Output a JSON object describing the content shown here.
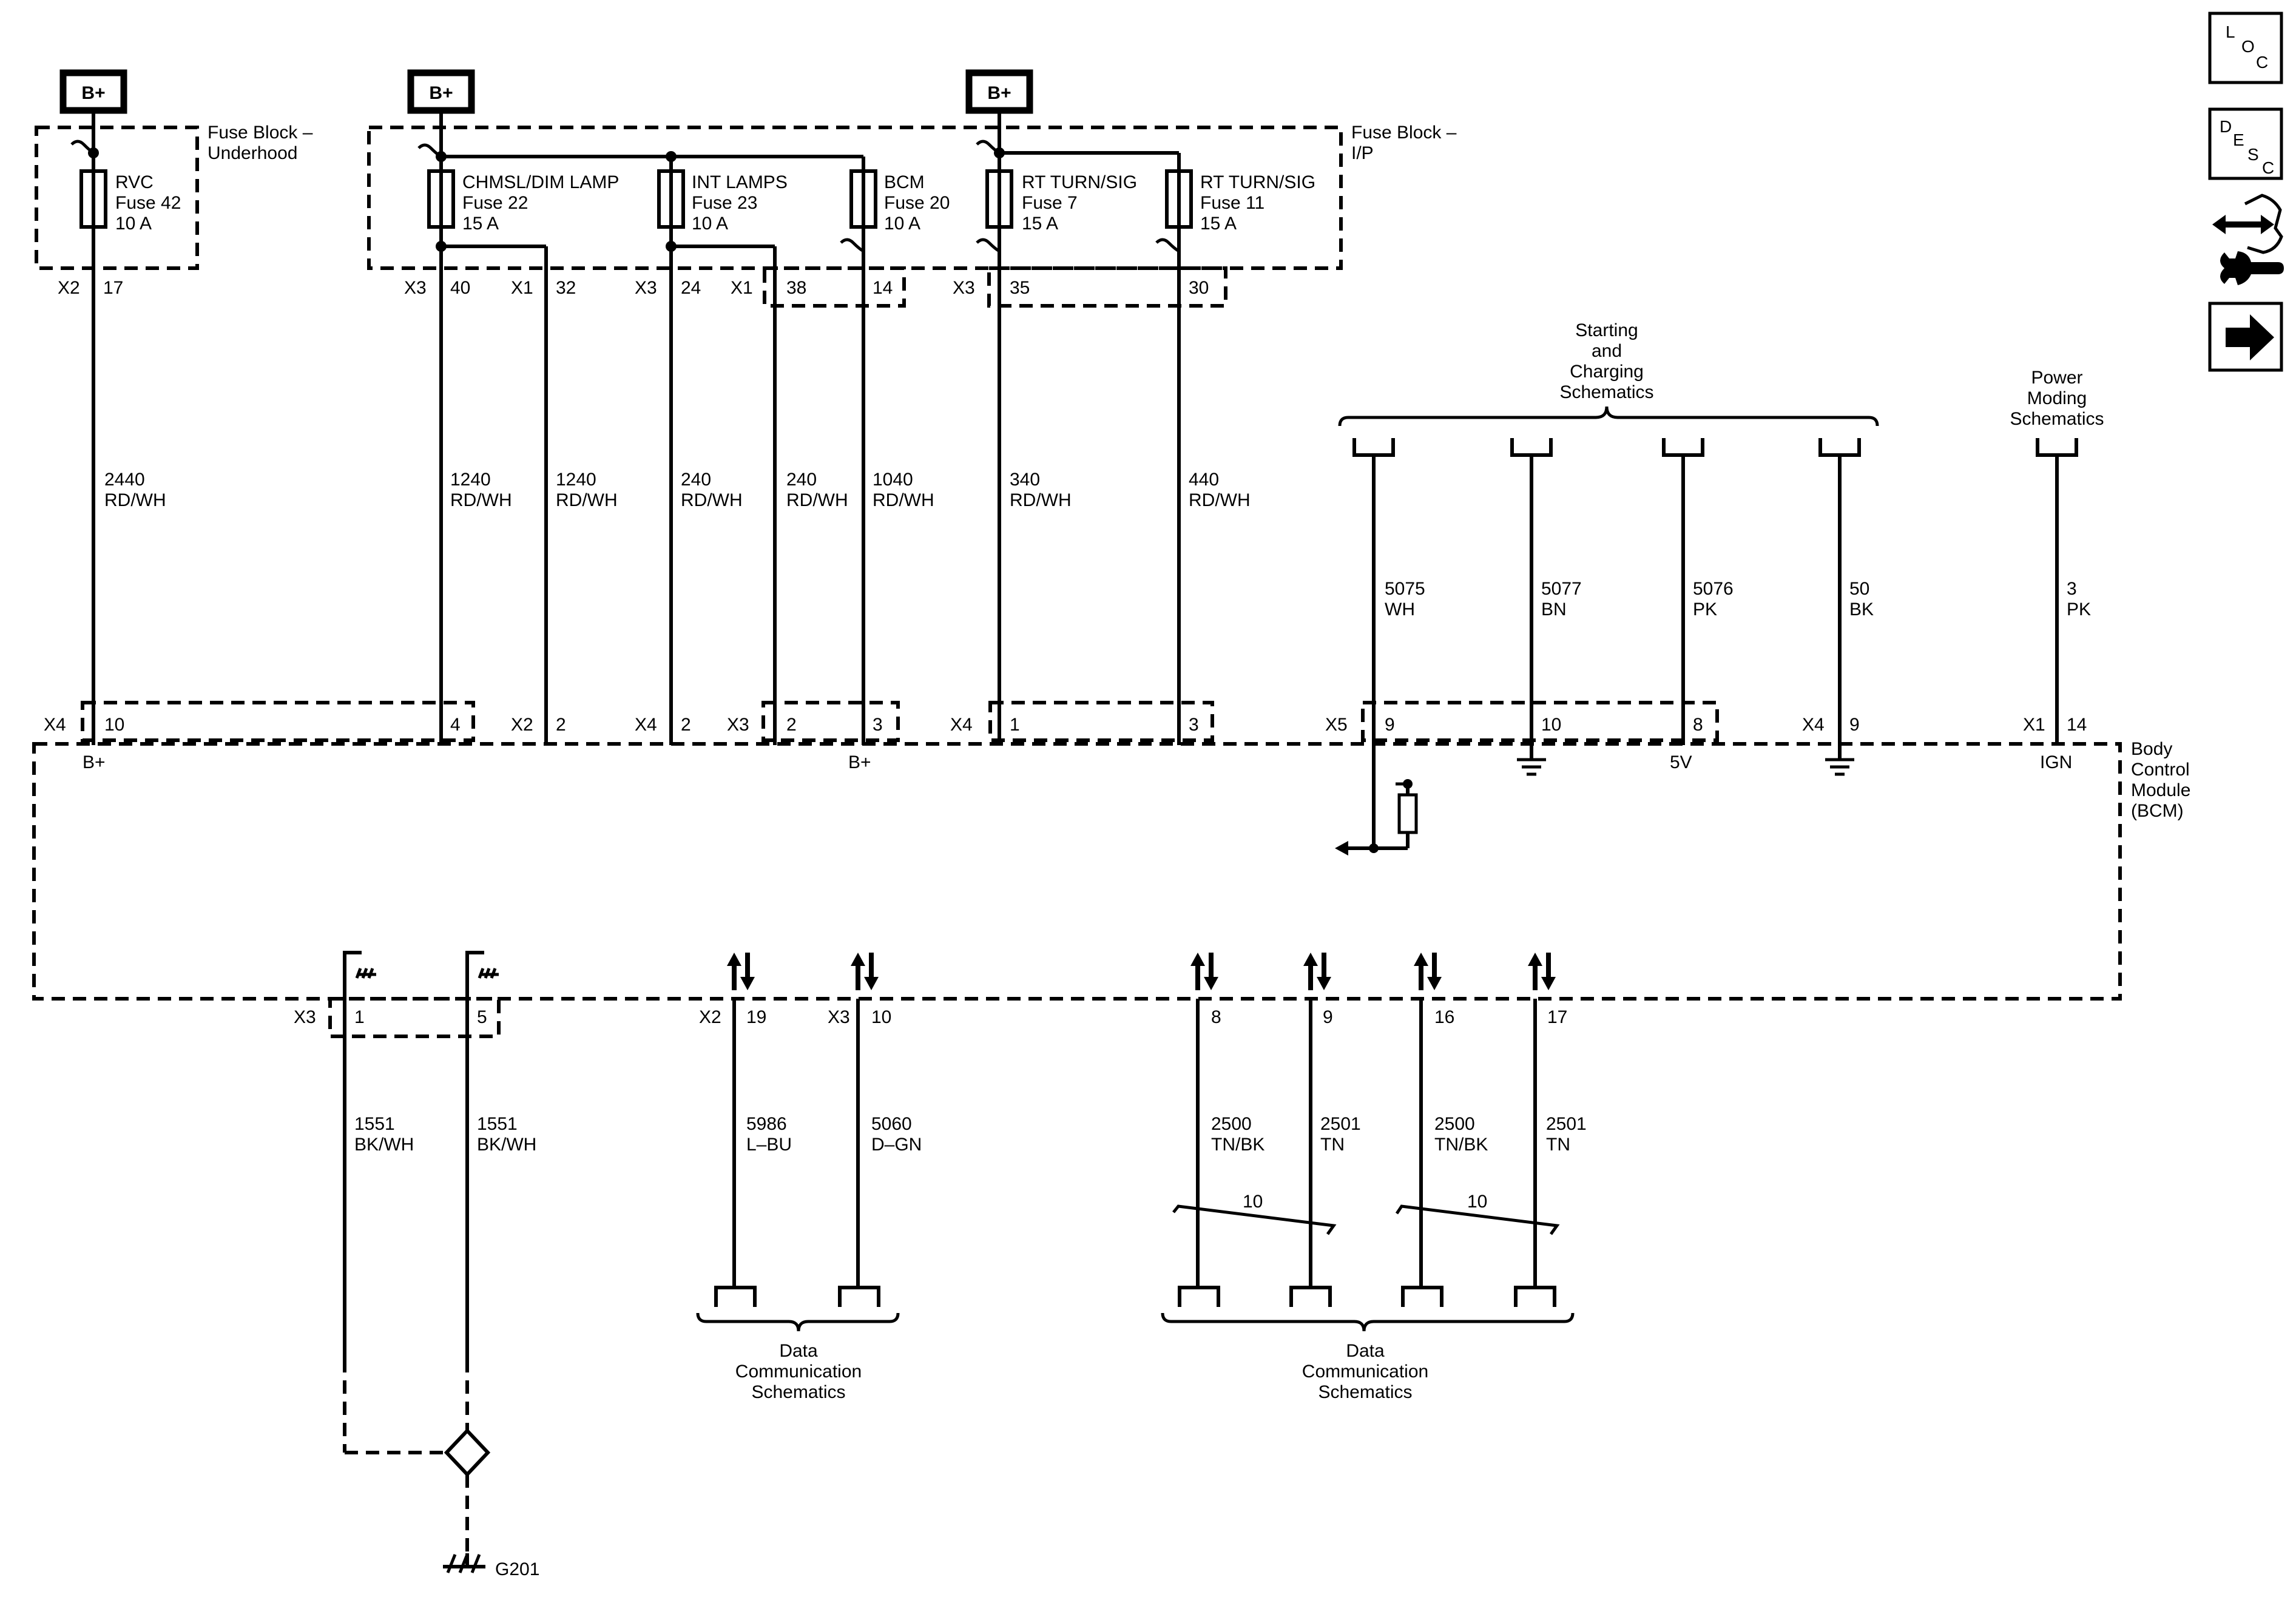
{
  "power_labels": {
    "b_plus_1": "B+",
    "b_plus_2": "B+",
    "b_plus_3": "B+"
  },
  "fuse_block_underhood": {
    "name": "Fuse Block –",
    "name2": "Underhood"
  },
  "fuse_block_ip": {
    "name": "Fuse Block –",
    "name2": "I/P"
  },
  "fuses": [
    {
      "name": "RVC",
      "fuse": "Fuse 42",
      "rating": "10 A"
    },
    {
      "name": "CHMSL/DIM LAMP",
      "fuse": "Fuse 22",
      "rating": "15 A"
    },
    {
      "name": "INT LAMPS",
      "fuse": "Fuse 23",
      "rating": "10 A"
    },
    {
      "name": "BCM",
      "fuse": "Fuse 20",
      "rating": "10 A"
    },
    {
      "name": "RT TURN/SIG",
      "fuse": "Fuse 7",
      "rating": "15 A"
    },
    {
      "name": "RT TURN/SIG",
      "fuse": "Fuse 11",
      "rating": "15 A"
    }
  ],
  "fuse_connectors": {
    "c1": "X2",
    "p1": "17",
    "c2": "X3",
    "p2": "40",
    "c3": "X1",
    "p3": "32",
    "c4": "X3",
    "p4": "24",
    "c5": "X1",
    "p5": "38",
    "p6": "14",
    "c7": "X3",
    "p7": "35",
    "p8": "30"
  },
  "wires_top": [
    {
      "circuit": "2440",
      "color": "RD/WH"
    },
    {
      "circuit": "1240",
      "color": "RD/WH"
    },
    {
      "circuit": "1240",
      "color": "RD/WH"
    },
    {
      "circuit": "240",
      "color": "RD/WH"
    },
    {
      "circuit": "240",
      "color": "RD/WH"
    },
    {
      "circuit": "1040",
      "color": "RD/WH"
    },
    {
      "circuit": "340",
      "color": "RD/WH"
    },
    {
      "circuit": "440",
      "color": "RD/WH"
    }
  ],
  "starting_charging": {
    "l1": "Starting",
    "l2": "and",
    "l3": "Charging",
    "l4": "Schematics"
  },
  "power_moding": {
    "l1": "Power",
    "l2": "Moding",
    "l3": "Schematics"
  },
  "wires_right": [
    {
      "circuit": "5075",
      "color": "WH"
    },
    {
      "circuit": "5077",
      "color": "BN"
    },
    {
      "circuit": "5076",
      "color": "PK"
    },
    {
      "circuit": "50",
      "color": "BK"
    },
    {
      "circuit": "3",
      "color": "PK"
    }
  ],
  "bcm_top_pins": {
    "c1": "X4",
    "p1": "10",
    "p2": "4",
    "c3": "X2",
    "p3": "2",
    "c4": "X4",
    "p4": "2",
    "c5": "X3",
    "p5": "2",
    "p6": "3",
    "c7": "X4",
    "p7": "1",
    "p8": "3",
    "c9": "X5",
    "p9": "9",
    "p10": "10",
    "p11": "8",
    "c12": "X4",
    "p12": "9",
    "c13": "X1",
    "p13": "14"
  },
  "bcm_inside": {
    "bplus_a": "B+",
    "bplus_b": "B+",
    "v5": "5V",
    "ign": "IGN"
  },
  "bcm": {
    "l1": "Body",
    "l2": "Control",
    "l3": "Module",
    "l4": "(BCM)"
  },
  "bcm_bottom_pins": {
    "c1": "X3",
    "p1": "1",
    "p2": "5",
    "c3": "X2",
    "p3": "19",
    "c4": "X3",
    "p4": "10",
    "p5": "8",
    "p6": "9",
    "p7": "16",
    "p8": "17"
  },
  "wires_bottom": [
    {
      "circuit": "1551",
      "color": "BK/WH"
    },
    {
      "circuit": "1551",
      "color": "BK/WH"
    },
    {
      "circuit": "5986",
      "color": "L–BU"
    },
    {
      "circuit": "5060",
      "color": "D–GN"
    },
    {
      "circuit": "2500",
      "color": "TN/BK"
    },
    {
      "circuit": "2501",
      "color": "TN"
    },
    {
      "circuit": "2500",
      "color": "TN/BK"
    },
    {
      "circuit": "2501",
      "color": "TN"
    }
  ],
  "twists": {
    "t1": "10",
    "t2": "10"
  },
  "data_comm_1": {
    "l1": "Data",
    "l2": "Communication",
    "l3": "Schematics"
  },
  "data_comm_2": {
    "l1": "Data",
    "l2": "Communication",
    "l3": "Schematics"
  },
  "ground": {
    "name": "G201"
  },
  "nav": {
    "loc": {
      "l": "L",
      "o": "O",
      "c": "C"
    },
    "desc": {
      "d": "D",
      "e": "E",
      "s": "S",
      "c": "C"
    },
    "icons": [
      "loc-icon",
      "desc-icon",
      "connector-repair-icon",
      "next-arrow-icon"
    ]
  }
}
